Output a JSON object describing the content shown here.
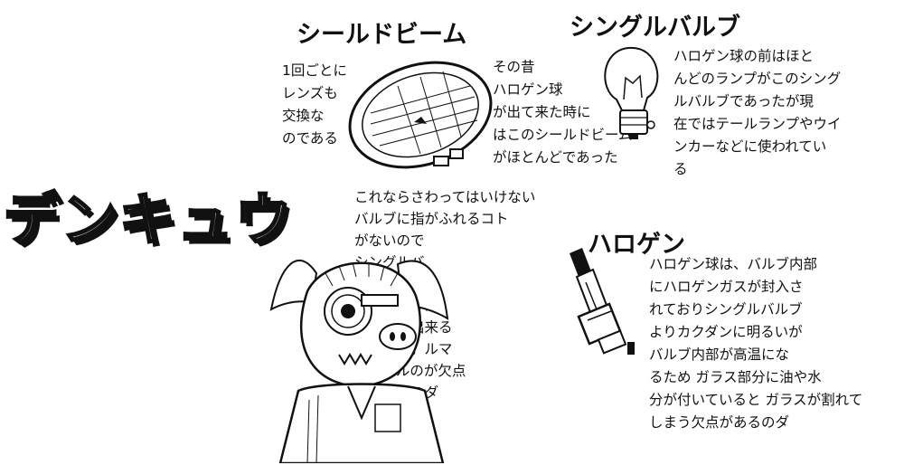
{
  "main_title": "デンキュウ",
  "sections": {
    "sealed_beam": {
      "heading": "シールドビーム",
      "note_left": "1回ごとに\nレンズも\n交換な\nのである",
      "note_right": "その昔\nハロゲン球\nが出て来た時に\nはこのシールドビーム\nがほとんどであった"
    },
    "single_bulb": {
      "heading": "シングルバルブ",
      "note": "ハロゲン球の前はほと\nんどのランプがこのシング\nルバルブであったが現\n在ではテールランプやウイ\nンカーなどに使われてい\nる"
    },
    "halogen": {
      "heading": "ハロゲン",
      "note": "ハロゲン球は、バルブ内部\nにハロゲンガスが封入さ\nれておりシングルバルブ\nよりカクダンに明るいが\nバルブ内部が高温にな\nるため ガラス部分に油や水\n分が付いていると ガラスが割れて\nしまう欠点があるのダ"
    },
    "center_note": "これならさわってはいけない\nバルブに指がふれるコト\nがないので\nシングルバ\nルブと変らず\nに取りあつか\nうコトが出来る\nのである。ルマ\nガサバルのが欠点\nではあるのダ"
  },
  "icons": [
    "sealed-beam-lamp-icon",
    "single-bulb-icon",
    "halogen-bulb-icon",
    "pig-mechanic-icon"
  ]
}
